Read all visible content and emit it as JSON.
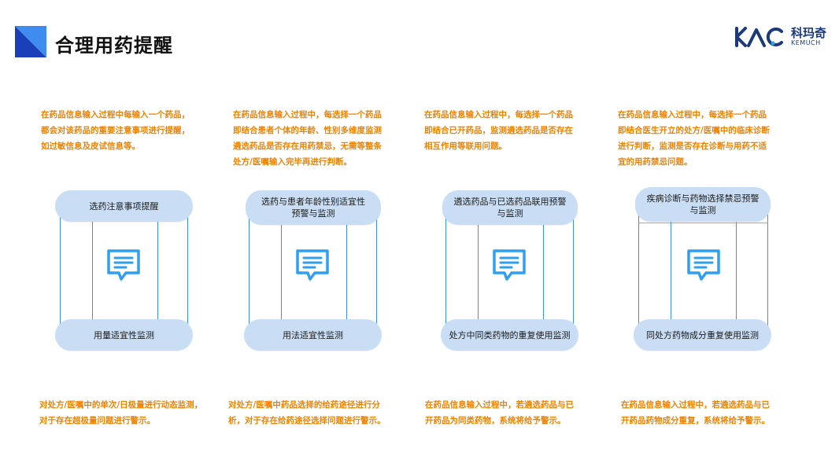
{
  "header": {
    "title": "合理用药提醒",
    "brand_cn": "科玛奇",
    "brand_en": "KEMUCH"
  },
  "colors": {
    "accent_blue": "#2f6fe8",
    "orange": "#f08200",
    "pill": "#c9def5",
    "line": "#3c8ff0"
  },
  "columns": [
    {
      "top_desc": "在药品信息输入过程中每输入一个药品，\n都会对该药品的重要注意事项进行提醒，\n如过敏信息及皮试信息等。",
      "top_pill": "选药注意事项提醒",
      "bottom_pill": "用量适宜性监测",
      "bottom_desc": "对处方/医嘱中的单次/日极量进行动态监测，\n对于存在超极量问题进行警示。",
      "icon": "chat-message-icon"
    },
    {
      "top_desc": "在药品信息输入过程中，每选择一个药品\n即结合患者个体的年龄、性别多维度监测\n遴选药品是否存在用药禁忌，无需等整条\n处方/医嘱输入完毕再进行判断。",
      "top_pill": "选药与患者年龄性别适宜性\n预警与监测",
      "bottom_pill": "用法适宜性监测",
      "bottom_desc": "对处方/医嘱中药品选择的给药途径进行分\n析，对于存在给药途径选择问题进行警示。",
      "icon": "chat-message-icon"
    },
    {
      "top_desc": "在药品信息输入过程中，每选择一个药品\n即结合已开药品，监测遴选药品是否存在\n相互作用等联用问题。",
      "top_pill": "遴选药品与已选药品联用预警\n与监测",
      "bottom_pill": "处方中同类药物的重复使用监测",
      "bottom_desc": "在药品信息输入过程中，若遴选药品与已\n开药品为同类药物，系统将给予警示。",
      "icon": "chat-message-icon"
    },
    {
      "top_desc": "在药品信息输入过程中，每选择一个药品\n即结合医生开立的处方/医嘱中的临床诊断\n进行判断，监测是否存在诊断与用药不适\n宜的用药禁忌问题。",
      "top_pill": "疾病诊断与药物选择禁忌预警\n与监测",
      "bottom_pill": "同处方药物成分重复使用监测",
      "bottom_desc": "在药品信息输入过程中，若遴选药品与已\n开药品药物成分重复，系统将给予警示。",
      "icon": "chat-message-icon"
    }
  ]
}
